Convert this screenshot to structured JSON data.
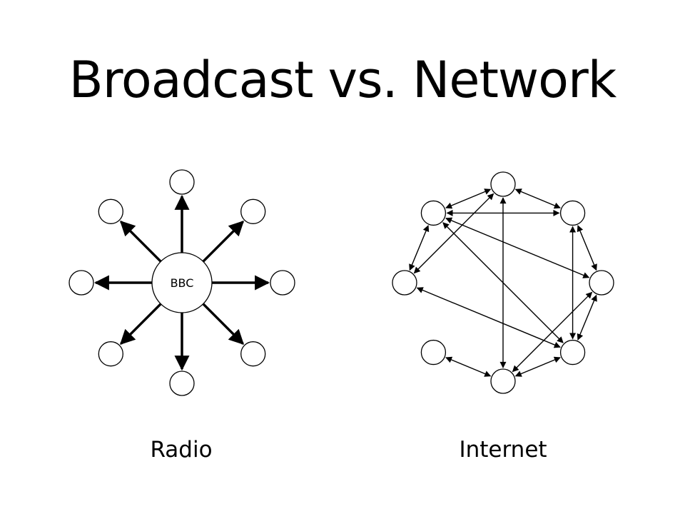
{
  "title": "Broadcast vs. Network",
  "radio": {
    "label": "Radio",
    "hub_label": "BBC",
    "spoke_count": 8
  },
  "internet": {
    "label": "Internet",
    "node_count": 8,
    "edges": [
      [
        0,
        1
      ],
      [
        0,
        7
      ],
      [
        0,
        4
      ],
      [
        0,
        6
      ],
      [
        1,
        7
      ],
      [
        1,
        3
      ],
      [
        1,
        2
      ],
      [
        2,
        3
      ],
      [
        2,
        4
      ],
      [
        2,
        7
      ],
      [
        3,
        4
      ],
      [
        3,
        6
      ],
      [
        3,
        7
      ],
      [
        4,
        5
      ],
      [
        6,
        7
      ]
    ]
  }
}
